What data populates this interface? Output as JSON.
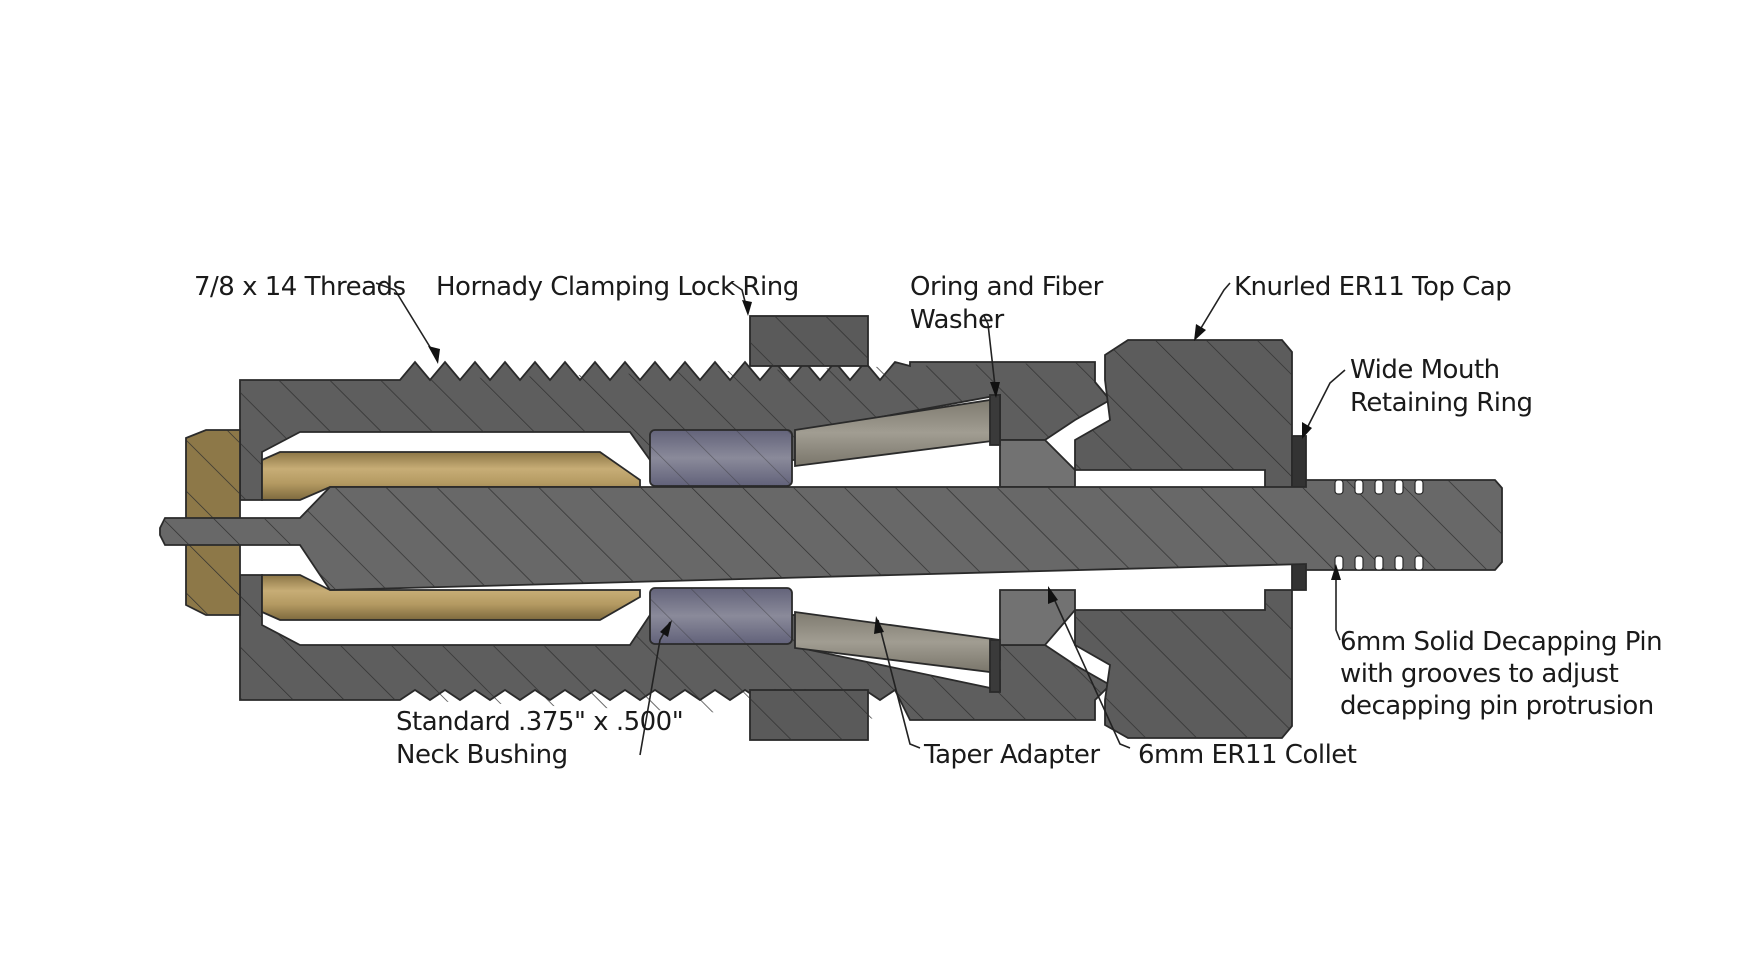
{
  "colors": {
    "die_body": "#5f5f5f",
    "die_body_dark": "#525252",
    "pin": "#6a6a6a",
    "brass": "#a08955",
    "brass_light": "#c8b07a",
    "bushing": "#737385",
    "taper": "#8d8a80",
    "collet": "#7a7a7a",
    "top_cap": "#5c5c5c",
    "hatch": "#2f2f2f",
    "outline": "#2a2a2a"
  },
  "labels": {
    "threads": "7/8 x 14 Threads",
    "lock_ring": "Hornady Clamping Lock Ring",
    "oring_line1": "Oring and Fiber",
    "oring_line2": "Washer",
    "top_cap": "Knurled ER11 Top Cap",
    "retaining_line1": "Wide Mouth",
    "retaining_line2": "Retaining Ring",
    "bushing_line1": "Standard .375\" x .500\"",
    "bushing_line2": "Neck Bushing",
    "taper_adapter": "Taper Adapter",
    "collet": "6mm ER11 Collet",
    "pin_line1": "6mm Solid Decapping Pin",
    "pin_line2": "with grooves to adjust",
    "pin_line3": "decapping pin protrusion"
  }
}
